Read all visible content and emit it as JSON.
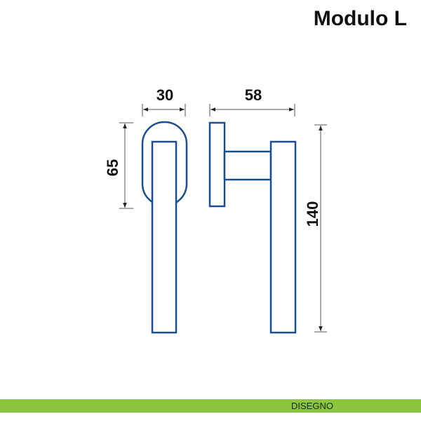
{
  "title": "Modulo L",
  "footer": {
    "label": "DISEGNO"
  },
  "colors": {
    "outline": "#1a4f8f",
    "footer_bar": "#8bc53f",
    "dimension_line": "#555555"
  },
  "dimensions": {
    "rosette_width": "30",
    "projection": "58",
    "rosette_height": "65",
    "handle_length": "140"
  }
}
